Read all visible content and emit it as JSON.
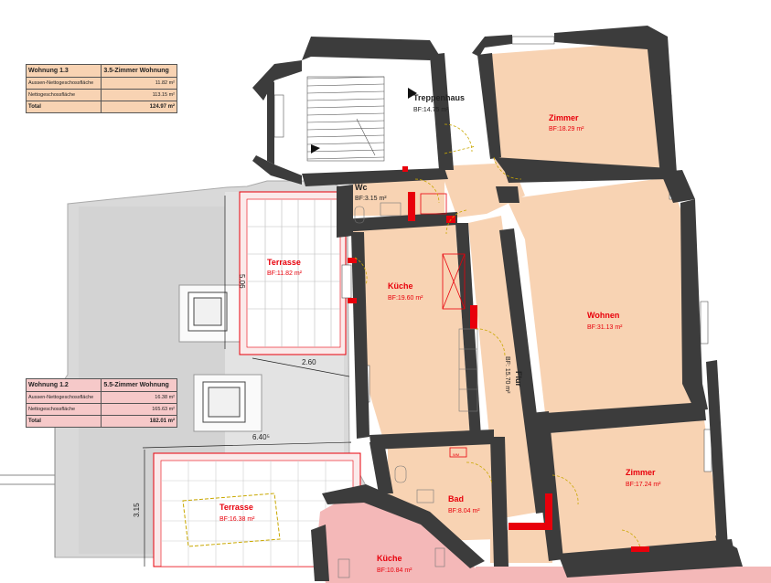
{
  "apartments": [
    {
      "title": "Wohnung 1.3",
      "subtitle": "3.5-Zimmer Wohnung",
      "rows": [
        {
          "label": "Aussen-Nettogeschossfläche",
          "value": "11.82 m²"
        },
        {
          "label": "Nettogeschossfläche",
          "value": "113.15 m²"
        }
      ],
      "total_label": "Total",
      "total_value": "124.97 m²"
    },
    {
      "title": "Wohnung 1.2",
      "subtitle": "5.5-Zimmer Wohnung",
      "rows": [
        {
          "label": "Aussen-Nettogeschossfläche",
          "value": "16.38 m²"
        },
        {
          "label": "Nettogeschossfläche",
          "value": "165.63 m²"
        }
      ],
      "total_label": "Total",
      "total_value": "182.01 m²"
    }
  ],
  "rooms": {
    "treppenhaus": {
      "name": "Treppenhaus",
      "area": "BF:14.75 m²"
    },
    "zimmer_top": {
      "name": "Zimmer",
      "area": "BF:18.29 m²"
    },
    "wc": {
      "name": "Wc",
      "area": "BF:3.15 m²"
    },
    "terrasse_top": {
      "name": "Terrasse",
      "area": "BF:11.82 m²"
    },
    "kueche_top": {
      "name": "Küche",
      "area": "BF:19.60 m²"
    },
    "wohnen": {
      "name": "Wohnen",
      "area": "BF:31.13 m²"
    },
    "flur": {
      "name": "Flur",
      "area": "BF: 15.70 m²"
    },
    "zimmer_bottom": {
      "name": "Zimmer",
      "area": "BF:17.24 m²"
    },
    "bad": {
      "name": "Bad",
      "area": "BF:8.04 m²"
    },
    "terrasse_bottom": {
      "name": "Terrasse",
      "area": "BF:16.38 m²"
    },
    "kueche_bottom": {
      "name": "Küche",
      "area": "BF:10.84 m²"
    }
  },
  "dimensions": {
    "terrace_top_height": "5.06",
    "terrace_top_width": "2.60",
    "terrace_bottom_width": "6.40⁵",
    "terrace_bottom_height": "3.15",
    "wm_label": "WM"
  },
  "colors": {
    "apartment_13": "#f8d3b3",
    "apartment_12": "#f6c9c9",
    "wall": "#3c3c3c",
    "red_accent": "#e8000b",
    "roof_grey": "#d9d9d9"
  }
}
